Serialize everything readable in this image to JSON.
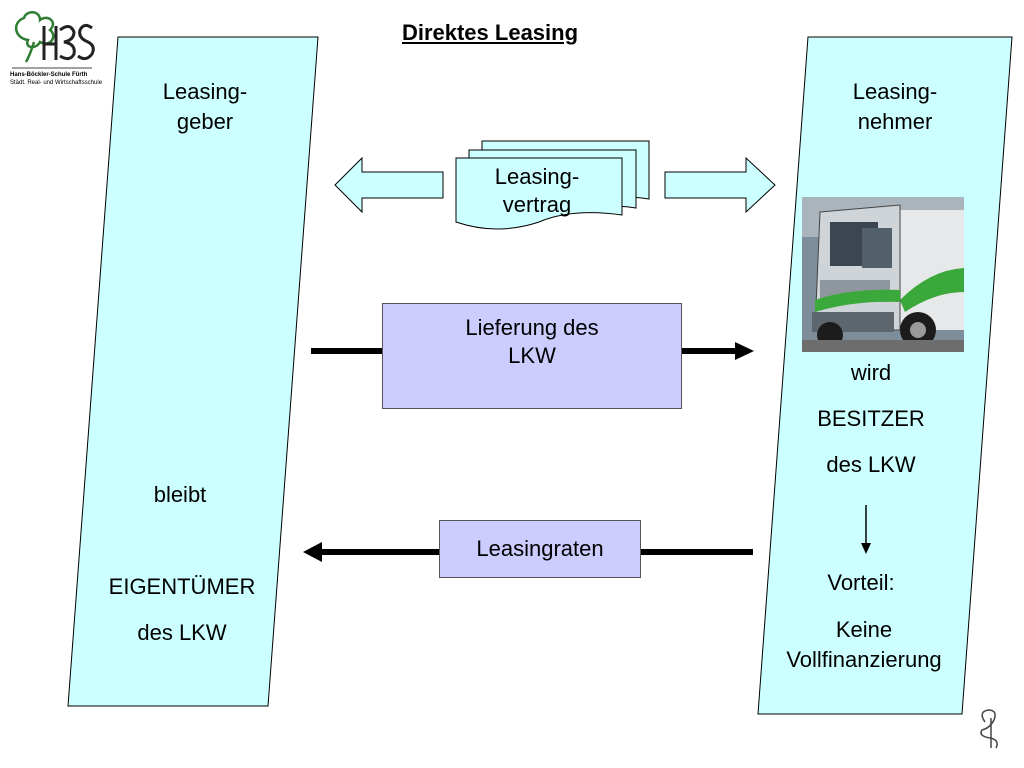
{
  "title": "Direktes Leasing",
  "logo": {
    "name": "H3S",
    "line1": "Hans-Böckler-Schule Fürth",
    "line2": "Städt. Real- und Wirtschaftsschule"
  },
  "left_party": {
    "label_line1": "Leasing-",
    "label_line2": "geber",
    "status_line1": "bleibt",
    "status_line2": "EIGENTÜMER",
    "status_line3": "des LKW"
  },
  "right_party": {
    "label_line1": "Leasing-",
    "label_line2": "nehmer",
    "status_line1": "wird",
    "status_line2": "BESITZER",
    "status_line3": "des LKW",
    "advantage_label": "Vorteil:",
    "advantage_line1": "Keine",
    "advantage_line2": "Vollfinanzierung"
  },
  "contract": {
    "line1": "Leasing-",
    "line2": "vertrag"
  },
  "delivery": {
    "line1": "Lieferung des",
    "line2": "LKW"
  },
  "payments": {
    "label": "Leasingraten"
  },
  "colors": {
    "party_fill": "#ccffff",
    "box_fill": "#ccccff",
    "truck_green": "#3aa83a"
  }
}
